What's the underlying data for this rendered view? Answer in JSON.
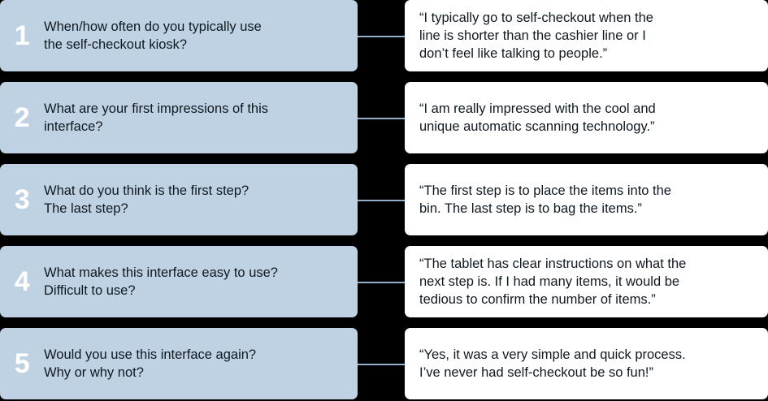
{
  "colors": {
    "background": "#000000",
    "question_bg": "#bed2e3",
    "answer_bg": "#ffffff",
    "text": "#101820",
    "number": "#ffffff",
    "connector": "#93aec8"
  },
  "rows": [
    {
      "number": "1",
      "question": "When/how often do you typically use\nthe self-checkout kiosk?",
      "answer": "“I typically go to self-checkout when the\nline is shorter than the cashier line or I\ndon’t feel like talking to people.”"
    },
    {
      "number": "2",
      "question": "What are your first impressions of this\ninterface?",
      "answer": "“I am really impressed with the cool and\nunique automatic scanning technology.”"
    },
    {
      "number": "3",
      "question": "What do you think is the first step?\nThe last step?",
      "answer": "“The first step is to place the items into the\nbin. The last step is to bag the items.”"
    },
    {
      "number": "4",
      "question": "What makes this interface easy to use?\nDifficult to use?",
      "answer": "“The tablet has clear instructions on what the\nnext step is. If I had many items, it would be\ntedious to confirm the number of items.”"
    },
    {
      "number": "5",
      "question": "Would you use this interface again?\nWhy or why not?",
      "answer": "“Yes, it was a very simple and quick process.\nI’ve never had self-checkout be so fun!”"
    }
  ]
}
